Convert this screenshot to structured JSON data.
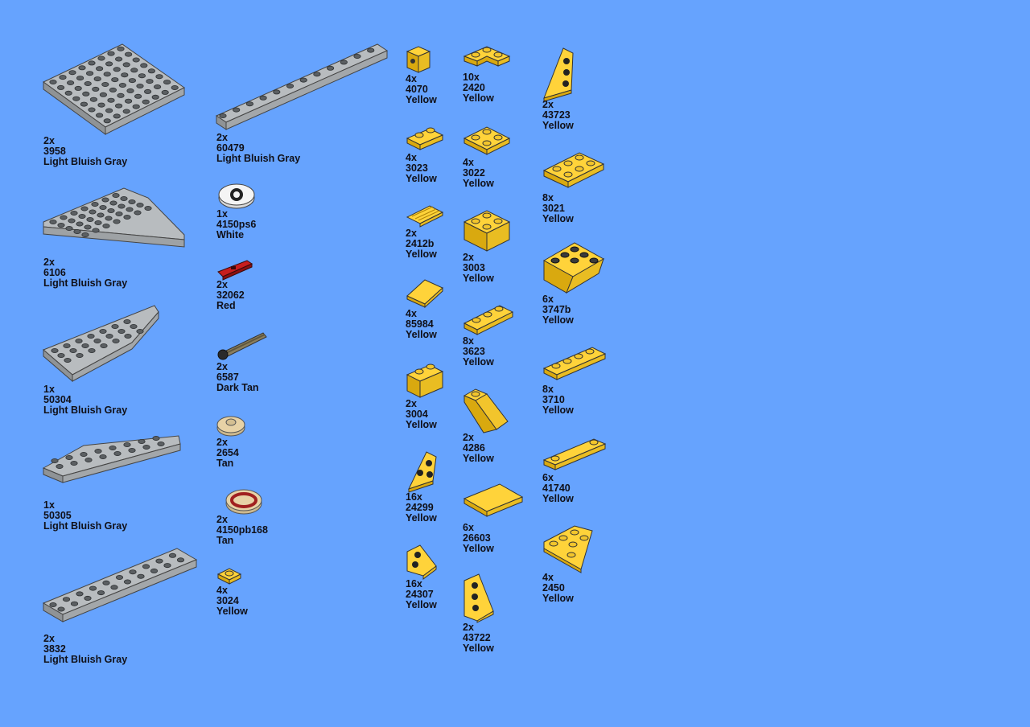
{
  "colors": {
    "background": "#66a3fe",
    "light_bluish_gray": "#b8bcbf",
    "yellow": "#ffd33a",
    "white": "#f4f4f4",
    "red": "#c81e1e",
    "dark_tan": "#8a7e5e",
    "tan": "#e7d2a6",
    "text": "#101018"
  },
  "parts": [
    {
      "id": "p3958",
      "qty": "2x",
      "part": "3958",
      "color": "Light Bluish Gray",
      "shape": "plate-8x8"
    },
    {
      "id": "p60479",
      "qty": "2x",
      "part": "60479",
      "color": "Light Bluish Gray",
      "shape": "plate-1x12"
    },
    {
      "id": "p6106",
      "qty": "2x",
      "part": "6106",
      "color": "Light Bluish Gray",
      "shape": "plate-corner-cut"
    },
    {
      "id": "p4150ps6",
      "qty": "1x",
      "part": "4150ps6",
      "color": "White",
      "shape": "round-tile-printed"
    },
    {
      "id": "p32062",
      "qty": "2x",
      "part": "32062",
      "color": "Red",
      "shape": "technic-axle"
    },
    {
      "id": "p50304",
      "qty": "1x",
      "part": "50304",
      "color": "Light Bluish Gray",
      "shape": "wedge-plate-left"
    },
    {
      "id": "p6587",
      "qty": "2x",
      "part": "6587",
      "color": "Dark Tan",
      "shape": "axle-with-stud"
    },
    {
      "id": "p2654",
      "qty": "2x",
      "part": "2654",
      "color": "Tan",
      "shape": "round-plate"
    },
    {
      "id": "p50305",
      "qty": "1x",
      "part": "50305",
      "color": "Light Bluish Gray",
      "shape": "wedge-plate-right"
    },
    {
      "id": "p4150pb168",
      "qty": "2x",
      "part": "4150pb168",
      "color": "Tan",
      "shape": "round-tile-printed"
    },
    {
      "id": "p3832",
      "qty": "2x",
      "part": "3832",
      "color": "Light Bluish Gray",
      "shape": "plate-2x10"
    },
    {
      "id": "p3024",
      "qty": "4x",
      "part": "3024",
      "color": "Yellow",
      "shape": "plate-1x1"
    },
    {
      "id": "p4070",
      "qty": "4x",
      "part": "4070",
      "color": "Yellow",
      "shape": "headlight-brick"
    },
    {
      "id": "p2420",
      "qty": "10x",
      "part": "2420",
      "color": "Yellow",
      "shape": "corner-plate"
    },
    {
      "id": "p43723",
      "qty": "2x",
      "part": "43723",
      "color": "Yellow",
      "shape": "wedge-plate-small"
    },
    {
      "id": "p3023",
      "qty": "4x",
      "part": "3023",
      "color": "Yellow",
      "shape": "plate-1x2"
    },
    {
      "id": "p3022",
      "qty": "4x",
      "part": "3022",
      "color": "Yellow",
      "shape": "plate-2x2"
    },
    {
      "id": "p3021",
      "qty": "8x",
      "part": "3021",
      "color": "Yellow",
      "shape": "plate-2x3"
    },
    {
      "id": "p2412b",
      "qty": "2x",
      "part": "2412b",
      "color": "Yellow",
      "shape": "grille-tile"
    },
    {
      "id": "p3003",
      "qty": "2x",
      "part": "3003",
      "color": "Yellow",
      "shape": "brick-2x2"
    },
    {
      "id": "p3747b",
      "qty": "6x",
      "part": "3747b",
      "color": "Yellow",
      "shape": "inverted-slope"
    },
    {
      "id": "p85984",
      "qty": "4x",
      "part": "85984",
      "color": "Yellow",
      "shape": "slope-tile"
    },
    {
      "id": "p3623",
      "qty": "8x",
      "part": "3623",
      "color": "Yellow",
      "shape": "plate-1x3"
    },
    {
      "id": "p3004",
      "qty": "2x",
      "part": "3004",
      "color": "Yellow",
      "shape": "brick-1x2"
    },
    {
      "id": "p4286",
      "qty": "2x",
      "part": "4286",
      "color": "Yellow",
      "shape": "slope-33"
    },
    {
      "id": "p3710",
      "qty": "8x",
      "part": "3710",
      "color": "Yellow",
      "shape": "plate-1x4"
    },
    {
      "id": "p24299",
      "qty": "16x",
      "part": "24299",
      "color": "Yellow",
      "shape": "wedge-plate-2x2-left"
    },
    {
      "id": "p26603",
      "qty": "6x",
      "part": "26603",
      "color": "Yellow",
      "shape": "tile-2x3"
    },
    {
      "id": "p41740",
      "qty": "6x",
      "part": "41740",
      "color": "Yellow",
      "shape": "plate-1x4-long"
    },
    {
      "id": "p24307",
      "qty": "16x",
      "part": "24307",
      "color": "Yellow",
      "shape": "wedge-plate-2x2-right"
    },
    {
      "id": "p2450",
      "qty": "4x",
      "part": "2450",
      "color": "Yellow",
      "shape": "wedge-plate-3x3"
    },
    {
      "id": "p43722",
      "qty": "2x",
      "part": "43722",
      "color": "Yellow",
      "shape": "wedge-plate-small-right"
    }
  ]
}
